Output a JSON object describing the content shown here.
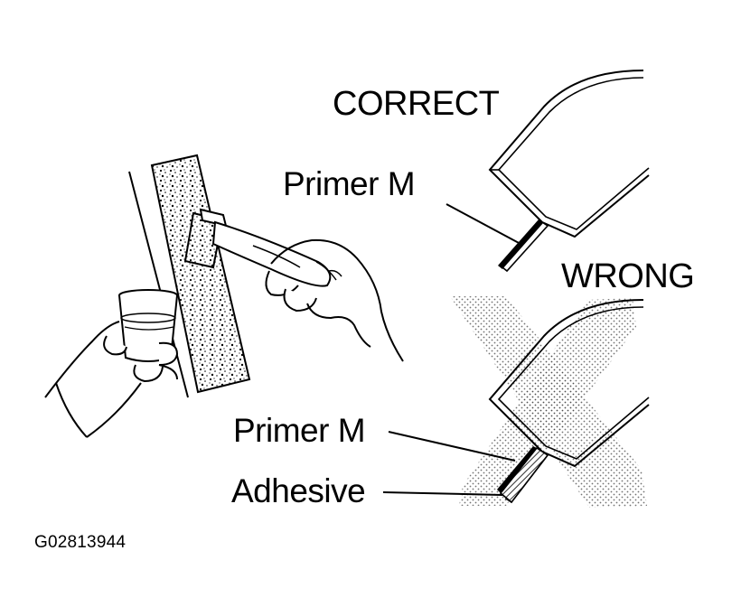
{
  "labels": {
    "correct": "CORRECT",
    "wrong": "WRONG",
    "primer_correct": "Primer M",
    "primer_wrong": "Primer M",
    "adhesive": "Adhesive",
    "figure_code": "G02813944"
  },
  "colors": {
    "ink": "#000000",
    "paper": "#ffffff",
    "stipple": "#8a8a8a"
  }
}
